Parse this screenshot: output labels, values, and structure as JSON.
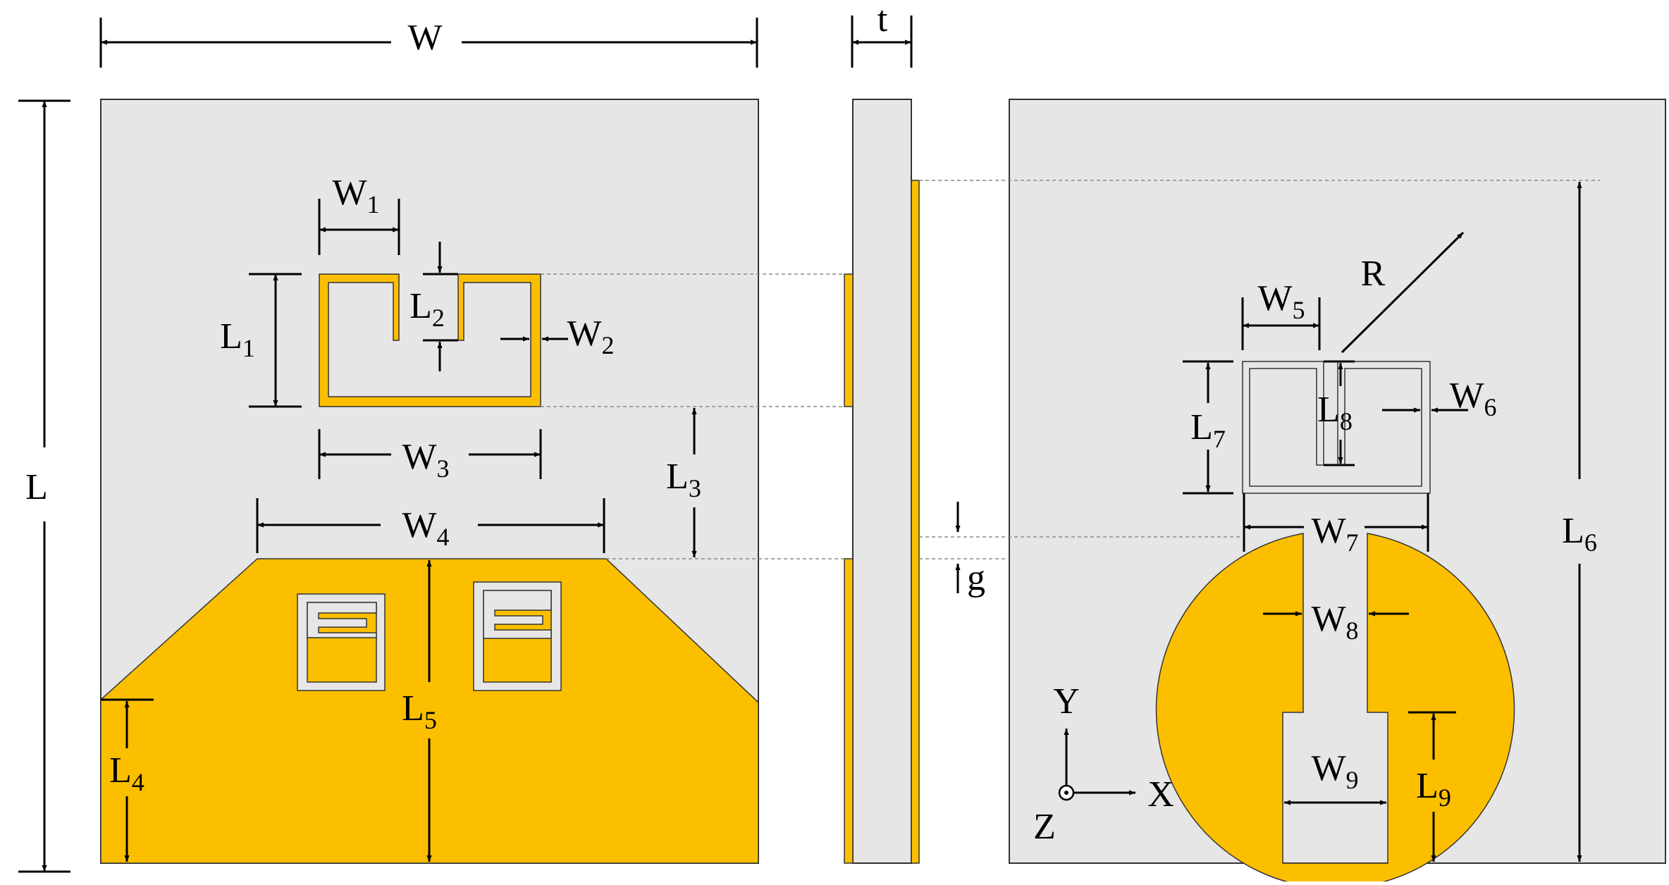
{
  "colors": {
    "substrate": "#e6e6e6",
    "copper": "#fcbf00",
    "outline": "#333333",
    "dim_line": "#000000",
    "guide_line": "#888888"
  },
  "labels": {
    "W": {
      "base": "W",
      "sub": ""
    },
    "t": {
      "base": "t",
      "sub": ""
    },
    "L": {
      "base": "L",
      "sub": ""
    },
    "W1": {
      "base": "W",
      "sub": "1"
    },
    "L1": {
      "base": "L",
      "sub": "1"
    },
    "L2": {
      "base": "L",
      "sub": "2"
    },
    "W2": {
      "base": "W",
      "sub": "2"
    },
    "W3": {
      "base": "W",
      "sub": "3"
    },
    "L3": {
      "base": "L",
      "sub": "3"
    },
    "W4": {
      "base": "W",
      "sub": "4"
    },
    "L4": {
      "base": "L",
      "sub": "4"
    },
    "L5": {
      "base": "L",
      "sub": "5"
    },
    "R": {
      "base": "R",
      "sub": ""
    },
    "W5": {
      "base": "W",
      "sub": "5"
    },
    "W6": {
      "base": "W",
      "sub": "6"
    },
    "L7": {
      "base": "L",
      "sub": "7"
    },
    "L8": {
      "base": "L",
      "sub": "8"
    },
    "W7": {
      "base": "W",
      "sub": "7"
    },
    "L6": {
      "base": "L",
      "sub": "6"
    },
    "g": {
      "base": "g",
      "sub": ""
    },
    "W8": {
      "base": "W",
      "sub": "8"
    },
    "W9": {
      "base": "W",
      "sub": "9"
    },
    "L9": {
      "base": "L",
      "sub": "9"
    }
  },
  "axes": {
    "x": "X",
    "y": "Y",
    "z": "Z"
  }
}
